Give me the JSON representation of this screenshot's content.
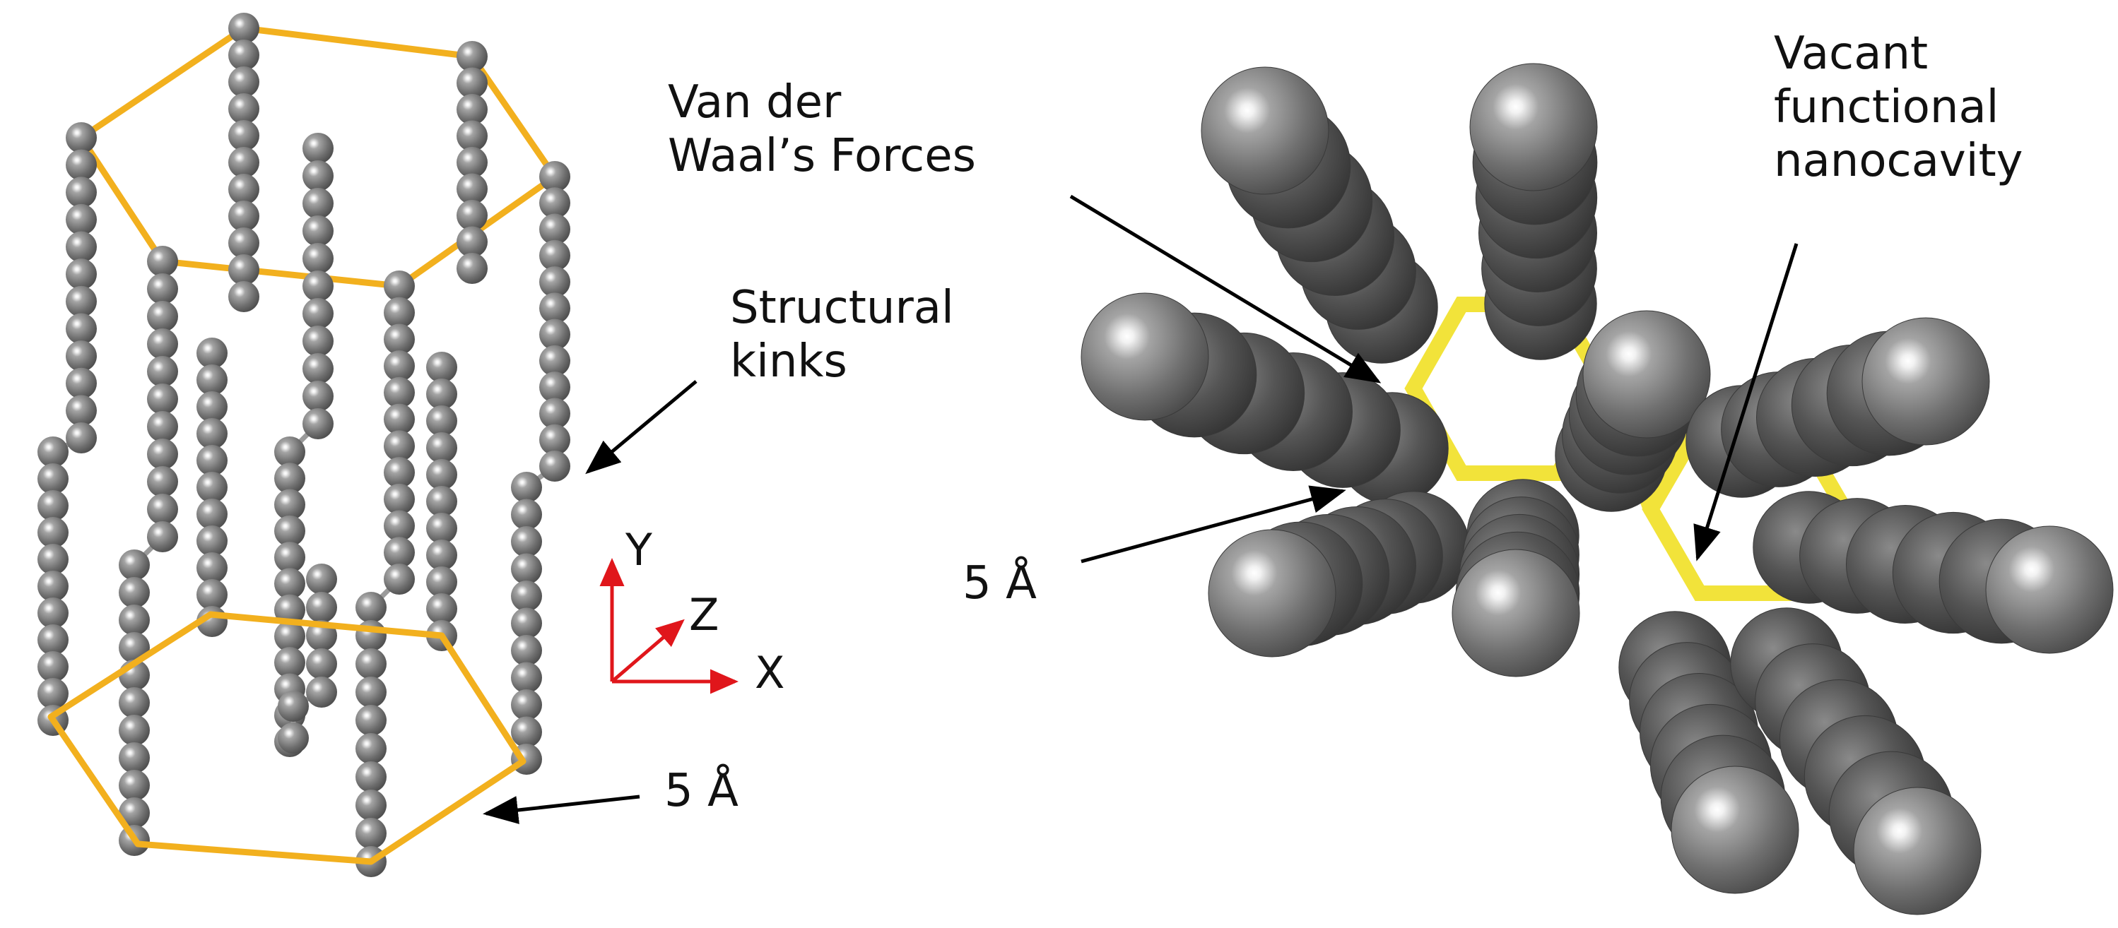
{
  "labels": {
    "structural_kinks": [
      "Structural",
      "kinks"
    ],
    "spacing_left": "5 Å",
    "vdw_forces": [
      "Van der",
      "Waal’s Forces"
    ],
    "vacant_nanocavity": [
      "Vacant",
      "functional",
      "nanocavity"
    ],
    "spacing_right": "5 Å"
  },
  "axes": {
    "y": "Y",
    "z": "Z",
    "x": "X"
  },
  "colors": {
    "hexagon_outline": "#F2B01E",
    "bond_yellow": "#F2E33A",
    "atom_gray": "#7a7a7a",
    "axis_red": "#E0161B",
    "arrow": "#000000"
  }
}
